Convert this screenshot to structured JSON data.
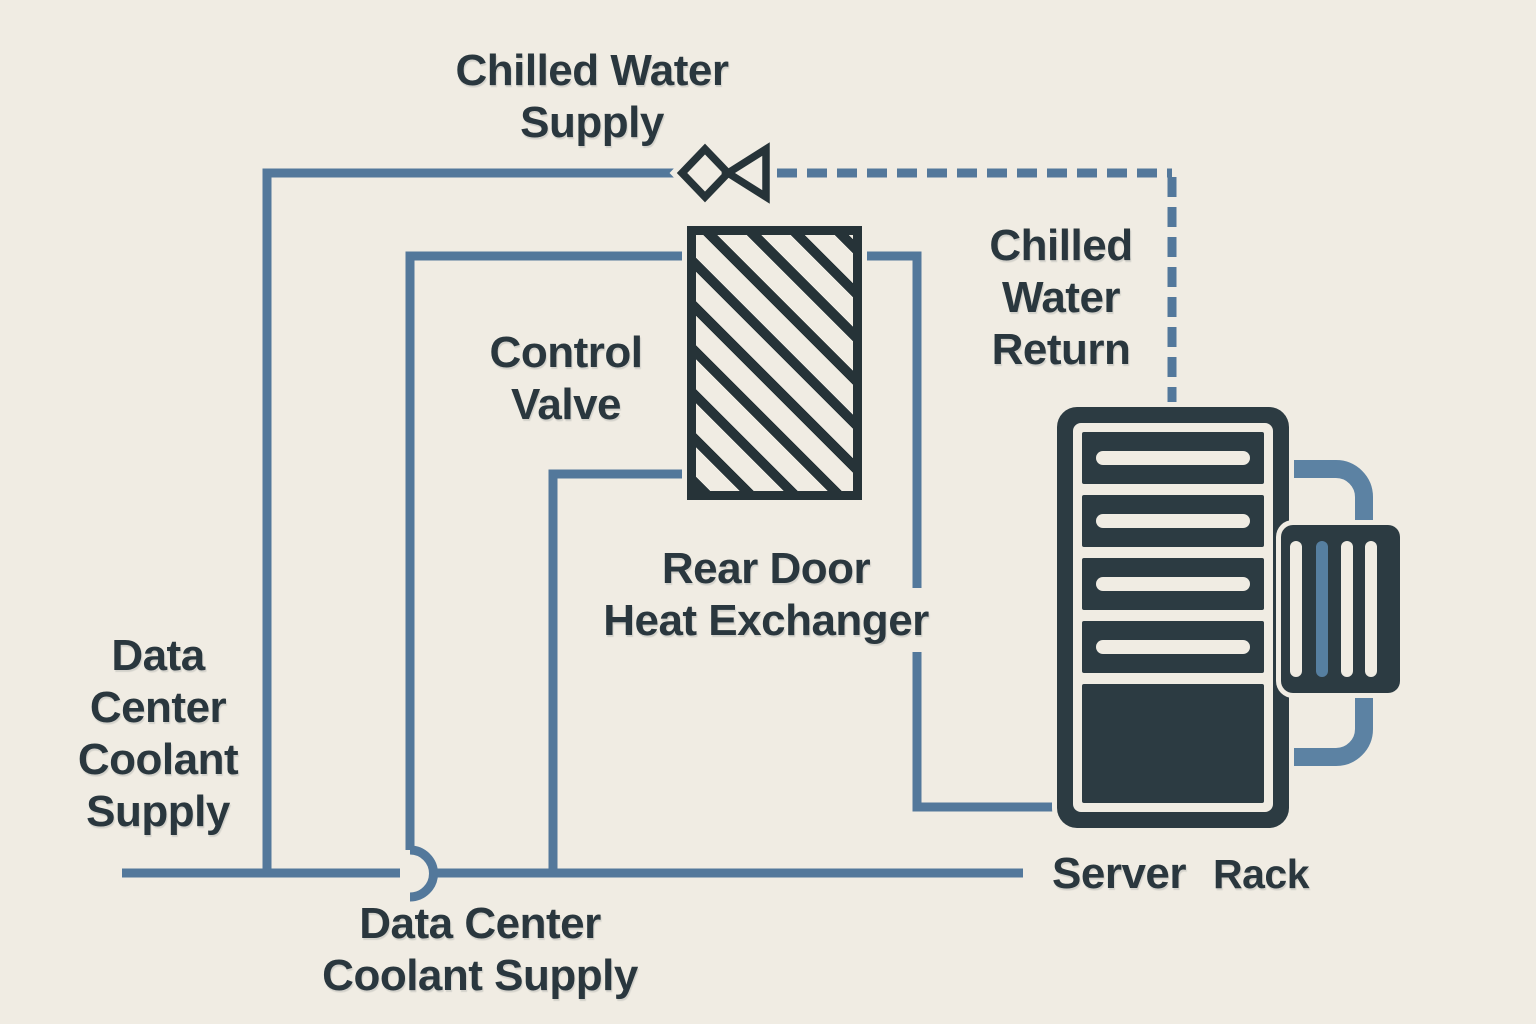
{
  "labels": {
    "chilled_water_supply": [
      "Chilled Water",
      "Supply"
    ],
    "chilled_water_return": [
      "Chilled",
      "Water",
      "Return"
    ],
    "control_valve": [
      "Control",
      "Valve"
    ],
    "rear_door_heat_exchanger": [
      "Rear Door",
      "Heat Exchanger"
    ],
    "dc_coolant_supply_left": [
      "Data",
      "Center",
      "Coolant",
      "Supply"
    ],
    "dc_coolant_supply_bottom": [
      "Data Center",
      "Coolant Supply"
    ],
    "server_rack": {
      "word1": "Server",
      "word2": "Rack"
    }
  },
  "icons": {
    "control_valve_symbol": "bowtie-valve-icon",
    "crossover": "pipe-hop-arc"
  },
  "colors": {
    "background": "#F0ECE3",
    "pipe_blue": "#53789B",
    "pipe_loop_blue": "#5C82A3",
    "dark_ink": "#263338",
    "rack_dark": "#2C3B42",
    "text_ink": "#2A373E",
    "grille_slot_blue": "#567FA0"
  },
  "line_styles": {
    "chilled_water_return": "dashed",
    "coolant_lines": "solid"
  }
}
